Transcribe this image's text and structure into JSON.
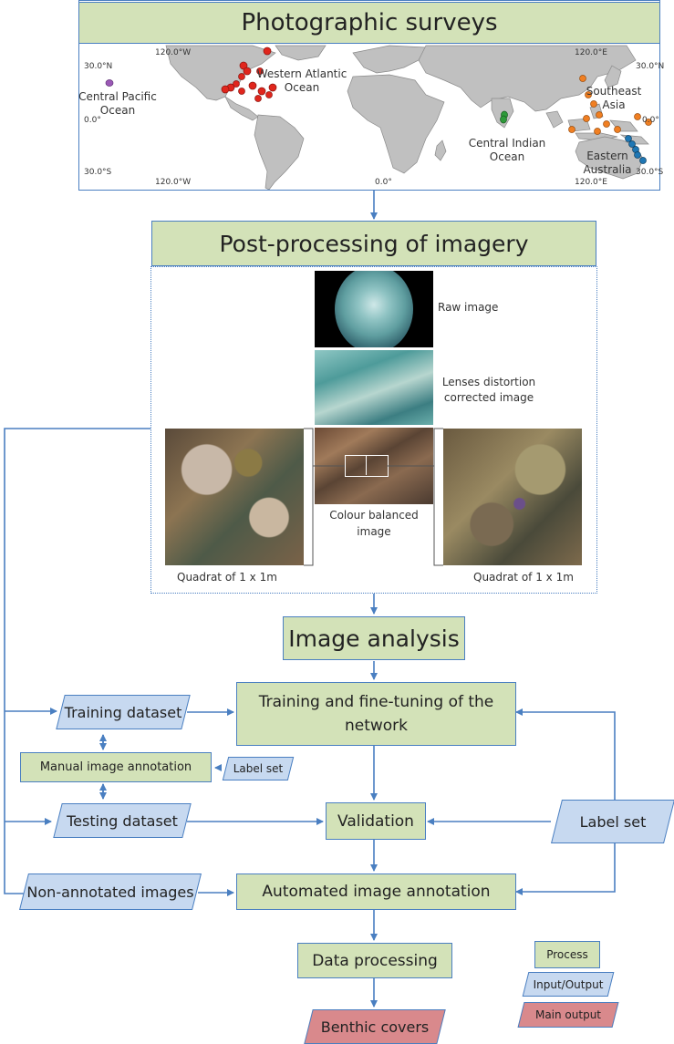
{
  "survey": {
    "title": "Photographic surveys",
    "map_labels": {
      "lat_30n_left": "30.0°N",
      "lat_0_left": "0.0°",
      "lat_30s_left": "30.0°S",
      "lat_30n_right": "30.0°N",
      "lat_0_right": "0.0°",
      "lat_30s_right": "30.0°S",
      "lon_120w_top": "120.0°W",
      "lon_120e_top": "120.0°E",
      "lon_120w_bottom": "120.0°W",
      "lon_0_bottom": "0.0°",
      "lon_120e_bottom": "120.0°E"
    },
    "regions": {
      "central_pacific": "Central Pacific\nOcean",
      "western_atlantic": "Western Atlantic\nOcean",
      "central_indian": "Central Indian\nOcean",
      "southeast_asia": "Southeast\nAsia",
      "eastern_australia": "Eastern\nAustralia"
    },
    "colors": {
      "central_pacific": "#9b59b6",
      "western_atlantic": "#e0261d",
      "central_indian": "#2e9a3a",
      "southeast_asia": "#f07f22",
      "eastern_australia": "#1f77b4"
    }
  },
  "postprocessing": {
    "title": "Post-processing of imagery",
    "raw_image": "Raw image",
    "lenses": "Lenses distortion\ncorrected image",
    "colour_balanced": "Colour balanced\nimage",
    "quadrat_left": "Quadrat of 1 x 1m",
    "quadrat_right": "Quadrat of 1 x 1m"
  },
  "analysis": {
    "title": "Image analysis",
    "training_network": "Training and fine-tuning of the\nnetwork",
    "training_dataset": "Training dataset",
    "manual_annotation": "Manual image annotation",
    "label_set_small": "Label set",
    "testing_dataset": "Testing dataset",
    "validation": "Validation",
    "label_set_large": "Label set",
    "non_annotated": "Non-annotated images",
    "automated_annotation": "Automated image annotation",
    "data_processing": "Data processing",
    "benthic_covers": "Benthic covers"
  },
  "legend": {
    "process": "Process",
    "input_output": "Input/Output",
    "main_output": "Main output"
  },
  "palette": {
    "process_fill": "#d3e2b8",
    "io_fill": "#c7d9f0",
    "main_output_fill": "#d9898c",
    "line": "#4a7fc1"
  }
}
